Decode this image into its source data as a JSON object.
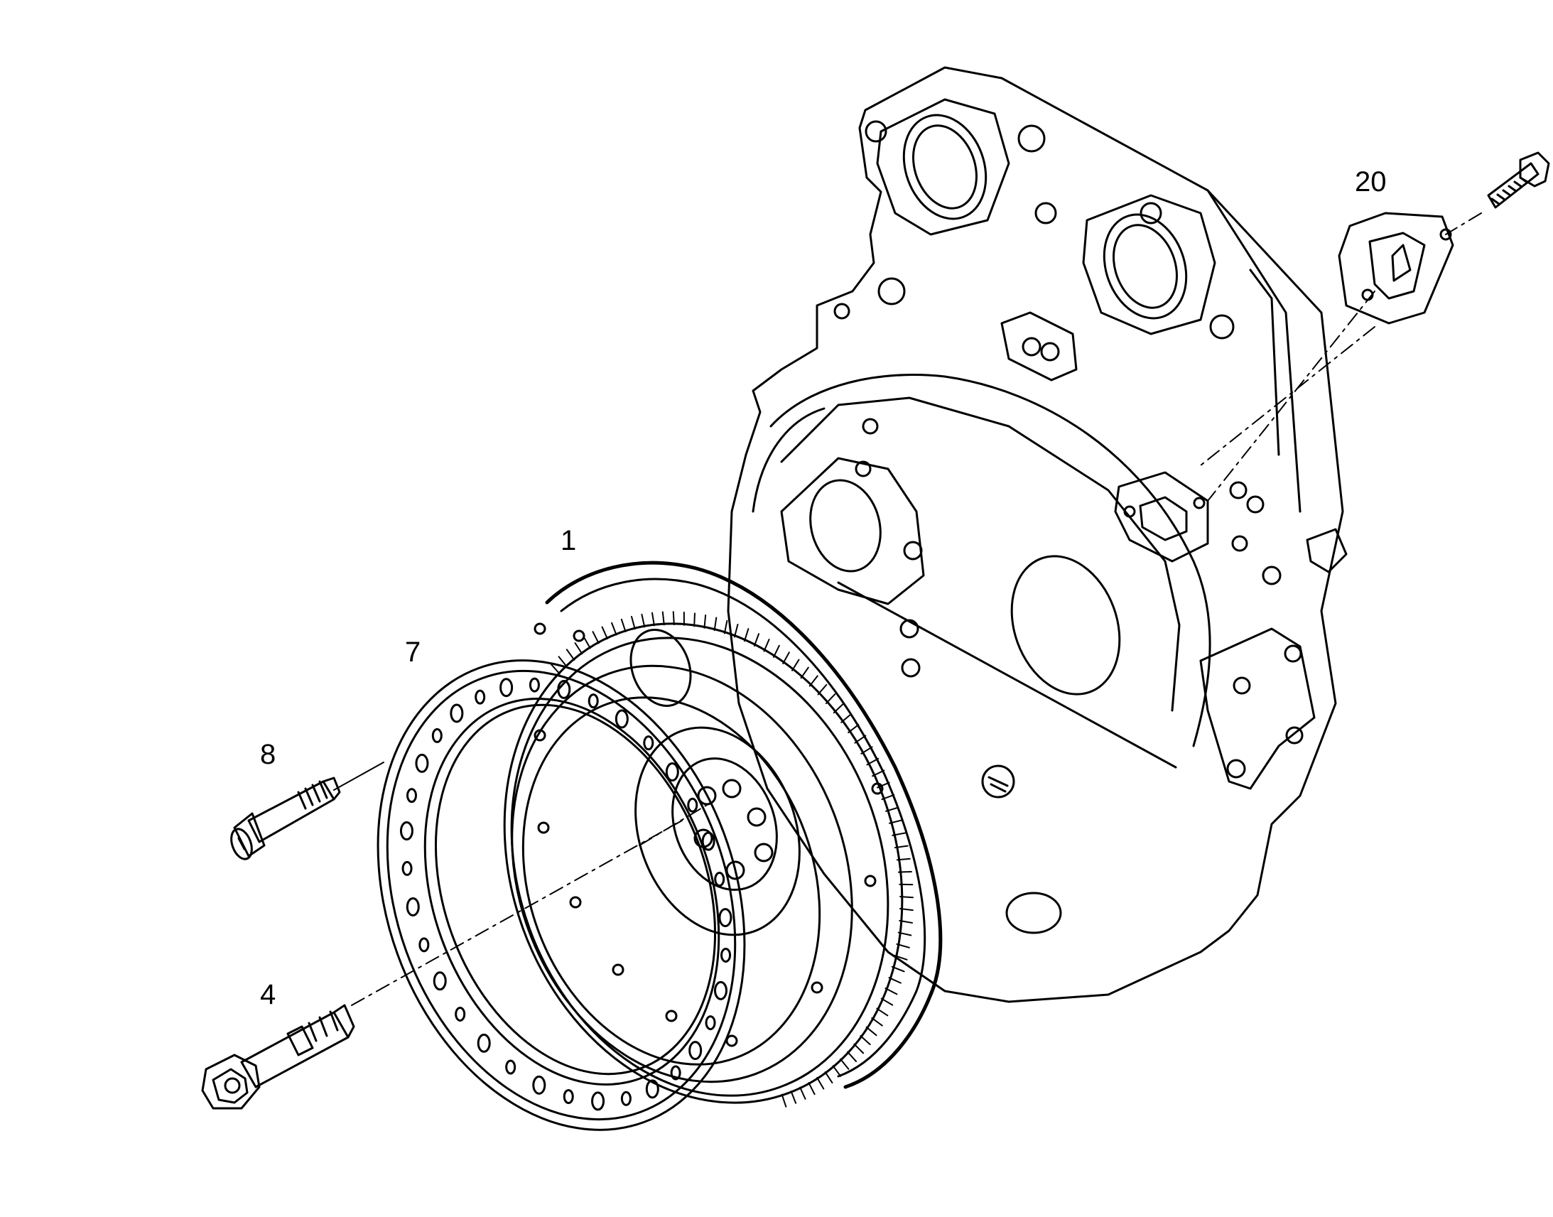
{
  "callouts": {
    "housing_bolt_label": "20",
    "flywheel_label": "1",
    "ring_label": "7",
    "socket_screw_label": "8",
    "hex_bolt_label": "4"
  },
  "colors": {
    "line": "#000000",
    "background": "#ffffff"
  }
}
